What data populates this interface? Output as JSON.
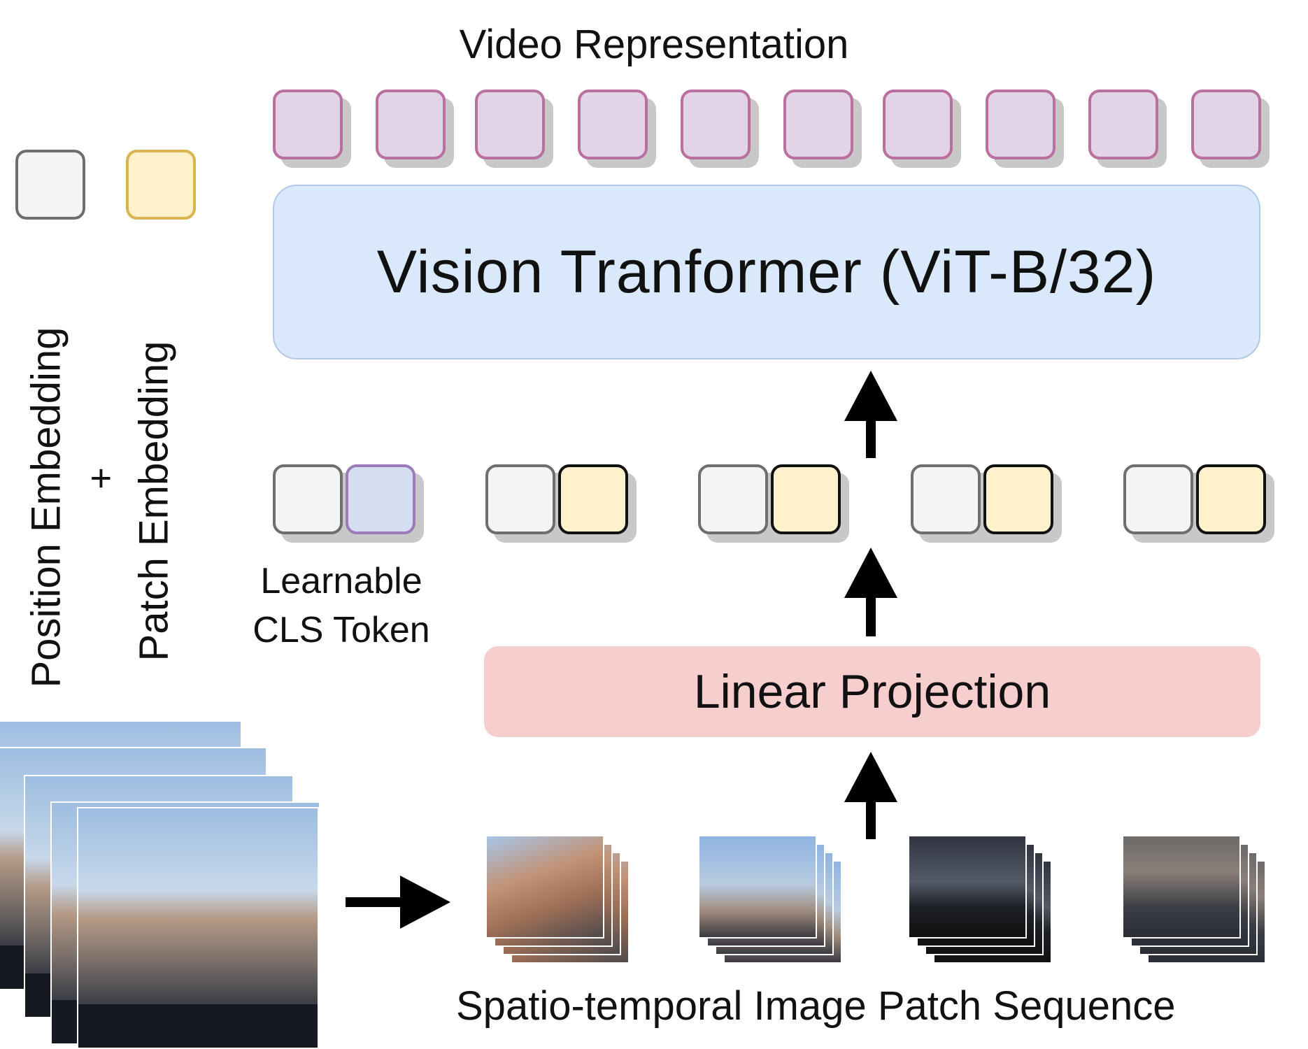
{
  "title": "Video Representation",
  "vit_label": "Vision Tranformer (ViT-B/32)",
  "linear_label": "Linear Projection",
  "legend": {
    "position": "Position Embedding",
    "plus": "+",
    "patch": "Patch Embedding"
  },
  "cls_label_line1": "Learnable",
  "cls_label_line2": "CLS Token",
  "sequence_label": "Spatio-temporal Image Patch Sequence",
  "colors": {
    "output_token": "#e3d3e6",
    "position_token": "#f4f4f4",
    "patch_token": "#fff1cc",
    "cls_token": "#d4def0",
    "vit_block": "#dae8fb",
    "linear_block": "#f7cece"
  },
  "output_token_count": 10,
  "input_token_pairs": 5,
  "patch_groups": 4
}
